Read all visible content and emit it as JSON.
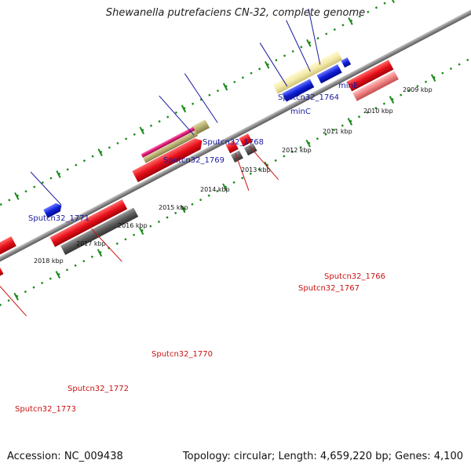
{
  "header": {
    "title": "Shewanella putrefaciens CN-32, complete genome"
  },
  "footer": {
    "accession": "Accession: NC_009438",
    "summary": "Topology: circular; Length: 4,659,220 bp; Genes: 4,100"
  },
  "scale_labels": [
    "2009 kbp",
    "2010 kbp",
    "2011 kbp",
    "2012 kbp",
    "2013 kbp",
    "2014 kbp",
    "2015 kbp",
    "2016 kbp",
    "2017 kbp",
    "2018 kbp"
  ],
  "gene_labels": {
    "top": [
      "minE",
      "Sputcn32_1764",
      "minC",
      "Sputcn32_1768",
      "Sputcn32_1769",
      "Sputcn32_1771"
    ],
    "bottom": [
      "Sputcn32_1766",
      "Sputcn32_1767",
      "Sputcn32_1770",
      "Sputcn32_1772",
      "Sputcn32_1773"
    ]
  },
  "colors": {
    "backbone": "#8a8a8a",
    "cds_forward": "#e8101a",
    "cds_reverse": "#1020d8",
    "gene_minCDE": "#f3eaa8",
    "gene_olive": "#6a8a20",
    "gene_gray": "#5a5a5a",
    "gene_tan": "#b5ad70",
    "gene_magenta": "#e0207a",
    "gene_pink": "#f08080",
    "tick_major": "#1a8a1a",
    "label_top": "#1a1aa0",
    "label_bottom": "#cc1111"
  }
}
